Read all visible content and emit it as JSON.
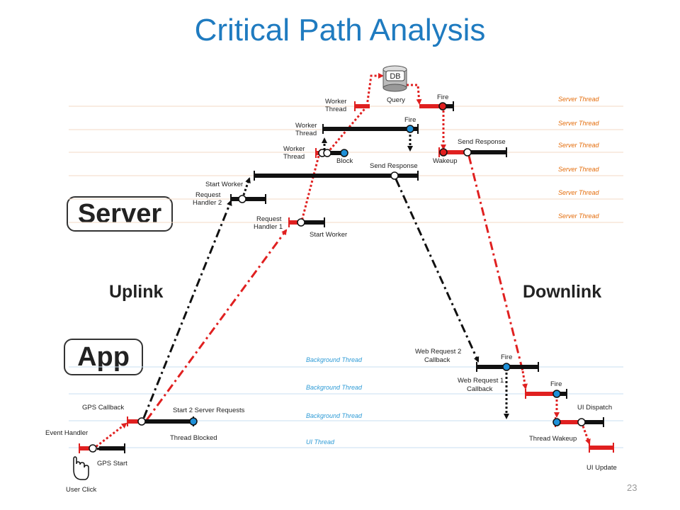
{
  "title": "Critical Path Analysis",
  "page_number": "23",
  "boxes": {
    "server": "Server",
    "app": "App"
  },
  "directions": {
    "uplink": "Uplink",
    "downlink": "Downlink"
  },
  "db_label": "DB",
  "server_thread_label": "Server Thread",
  "background_thread_label": "Background Thread",
  "ui_thread_label": "UI Thread",
  "labels": {
    "worker_thread": "Worker",
    "worker_thread2": "Thread",
    "query": "Query",
    "fire": "Fire",
    "block": "Block",
    "send_response": "Send Response",
    "wakeup": "Wakeup",
    "start_worker": "Start Worker",
    "request": "Request",
    "handler2": "Handler 2",
    "handler1": "Handler 1",
    "gps_callback": "GPS Callback",
    "start_2_server_requests": "Start 2 Server Requests",
    "event_handler": "Event Handler",
    "thread_blocked": "Thread Blocked",
    "gps_start": "GPS Start",
    "user_click": "User Click",
    "web_request_2": "Web Request 2",
    "web_request_1": "Web Request 1",
    "callback": "Callback",
    "ui_dispatch": "UI Dispatch",
    "thread_wakeup": "Thread Wakeup",
    "ui_update": "UI Update"
  },
  "colors": {
    "title": "#1f7bc0",
    "critical": "#e02020",
    "normal": "#111111",
    "node_blue": "#1e90d8",
    "server_thread_text": "#e46c0a",
    "background_thread_text": "#2e9bd6",
    "server_line": "#f3d9c4",
    "app_line": "#c9dff0"
  }
}
